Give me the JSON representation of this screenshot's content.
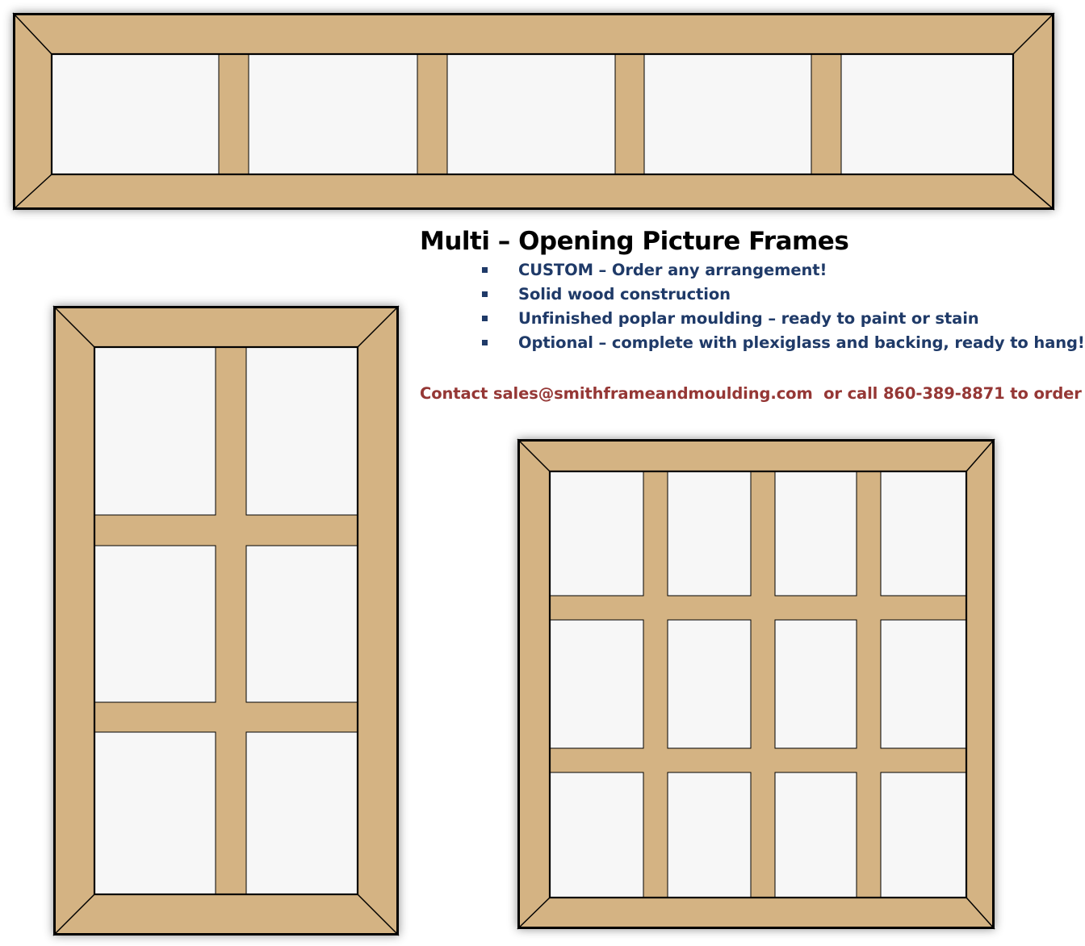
{
  "title": "Multi – Opening Picture Frames",
  "features": [
    "CUSTOM – Order any arrangement!",
    "Solid wood construction",
    "Unfinished poplar moulding – ready to paint or stain",
    "Optional – complete with plexiglass and backing, ready to hang!"
  ],
  "contact": "Contact sales@smithframeandmoulding.com  or call 860-389-8871 to order",
  "colors": {
    "wood": "#d4b383",
    "glass": "#f7f7f7",
    "heading": "#000000",
    "features": "#1f3a68",
    "contact": "#953735"
  },
  "frames": [
    {
      "name": "horizontal-strip-frame",
      "columns": 5,
      "rows": 1
    },
    {
      "name": "vertical-six-opening-frame",
      "columns": 2,
      "rows": 3
    },
    {
      "name": "twelve-opening-frame",
      "columns": 4,
      "rows": 3
    }
  ],
  "icons": {
    "bullet": "square-bullet-icon"
  }
}
